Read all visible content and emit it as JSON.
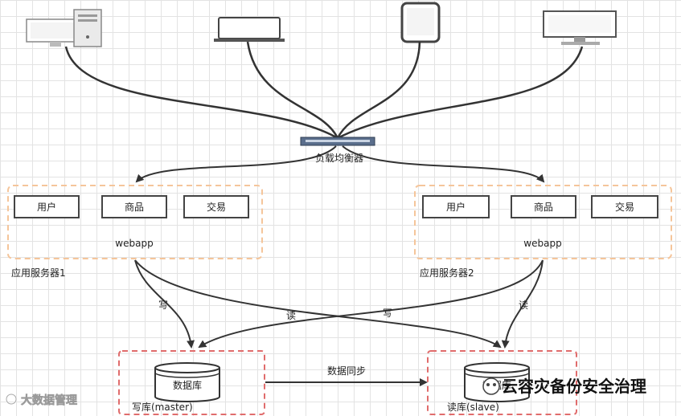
{
  "load_balancer": {
    "label": "负载均衡器"
  },
  "servers": [
    {
      "name": "应用服务器1",
      "app": "webapp",
      "modules": [
        "用户",
        "商品",
        "交易"
      ]
    },
    {
      "name": "应用服务器2",
      "app": "webapp",
      "modules": [
        "用户",
        "商品",
        "交易"
      ]
    }
  ],
  "databases": {
    "master": {
      "name": "写库(master)",
      "label": "数据库"
    },
    "slave": {
      "name": "读库(slave)",
      "label": "数据库"
    }
  },
  "edges": {
    "write1": "写",
    "read1": "读",
    "write2": "写",
    "read2": "读",
    "sync": "数据同步"
  },
  "watermarks": {
    "left": "大数据管理",
    "right": "云容灾备份安全治理"
  }
}
